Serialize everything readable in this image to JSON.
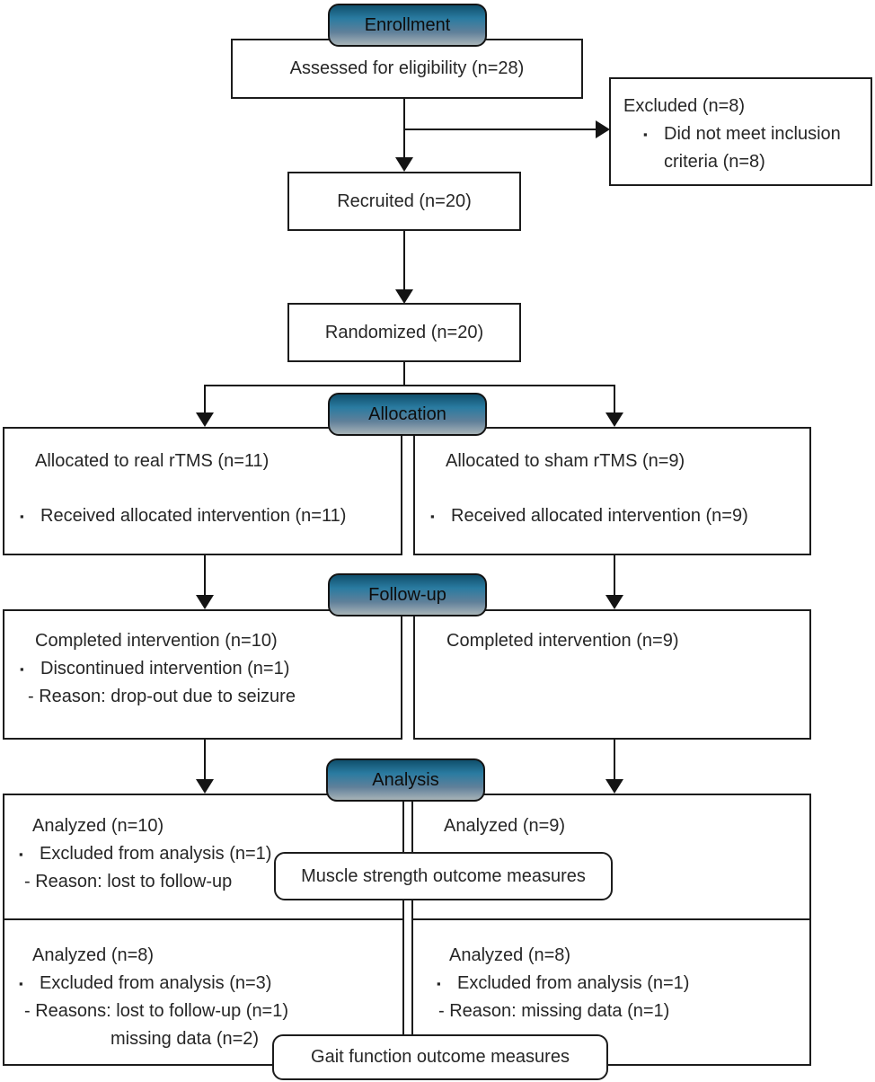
{
  "diagram": {
    "bullet": "▪",
    "badges": {
      "enrollment": "Enrollment",
      "allocation": "Allocation",
      "followup": "Follow-up",
      "analysis": "Analysis"
    },
    "boxes": {
      "assessed": {
        "text": "Assessed for eligibility (n=28)"
      },
      "excluded": {
        "title": "Excluded (n=8)",
        "bullet_line": "Did not meet inclusion",
        "bullet_wrap": "criteria (n=8)"
      },
      "recruited": {
        "text": "Recruited (n=20)"
      },
      "randomized": {
        "text": "Randomized (n=20)"
      },
      "alloc_left": {
        "title": "Allocated to real rTMS (n=11)",
        "bullet": "Received allocated intervention (n=11)"
      },
      "alloc_right": {
        "title": "Allocated to sham rTMS (n=9)",
        "bullet": "Received allocated intervention (n=9)"
      },
      "followup_left": {
        "title": "Completed intervention (n=10)",
        "bullet": "Discontinued intervention (n=1)",
        "reason": "- Reason: drop-out due to seizure"
      },
      "followup_right": {
        "title": "Completed intervention (n=9)"
      },
      "analysis1_left": {
        "title": "Analyzed (n=10)",
        "bullet": "Excluded from analysis (n=1)",
        "reason": "- Reason: lost to follow-up"
      },
      "analysis1_right": {
        "title": "Analyzed (n=9)"
      },
      "analysis2_left": {
        "title": "Analyzed (n=8)",
        "bullet": "Excluded from analysis (n=3)",
        "reason": "- Reasons: lost to follow-up (n=1)",
        "reason_cont": "missing data (n=2)"
      },
      "analysis2_right": {
        "title": "Analyzed (n=8)",
        "bullet": "Excluded from analysis (n=1)",
        "reason": "- Reason: missing data (n=1)"
      },
      "muscle_outcome": {
        "text": "Muscle strength outcome measures"
      },
      "gait_outcome": {
        "text": "Gait function outcome measures"
      }
    },
    "colors": {
      "badge_top": "#10506c",
      "badge_mid": "#2a7ba1",
      "badge_bottom": "#a6b3b7",
      "border": "#1c1c1c",
      "text": "#262626",
      "background": "#ffffff"
    }
  }
}
